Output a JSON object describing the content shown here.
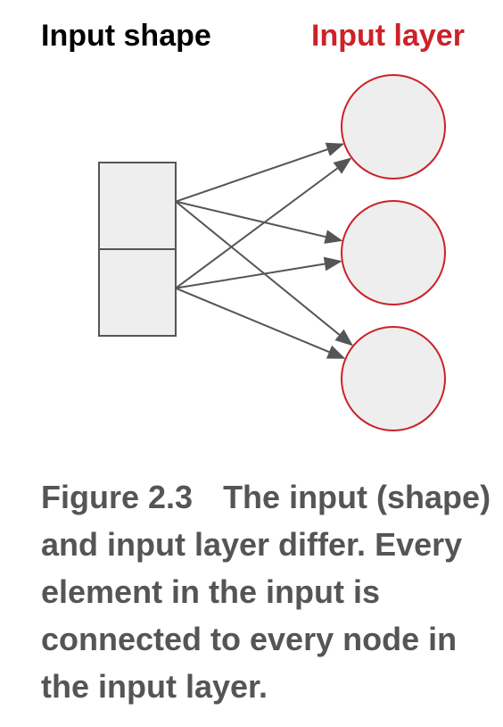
{
  "labels": {
    "input_shape": "Input shape",
    "input_layer": "Input layer"
  },
  "diagram": {
    "input_cells": 2,
    "layer_nodes": 3,
    "colors": {
      "cell_fill": "#eeeeee",
      "cell_stroke": "#555555",
      "node_fill": "#eeeeee",
      "node_stroke": "#cc2229",
      "arrow": "#555555"
    }
  },
  "caption": {
    "figure_number": "Figure 2.3",
    "text": "The input (shape) and input layer differ. Every element in the input is connected to every node in the input layer."
  }
}
